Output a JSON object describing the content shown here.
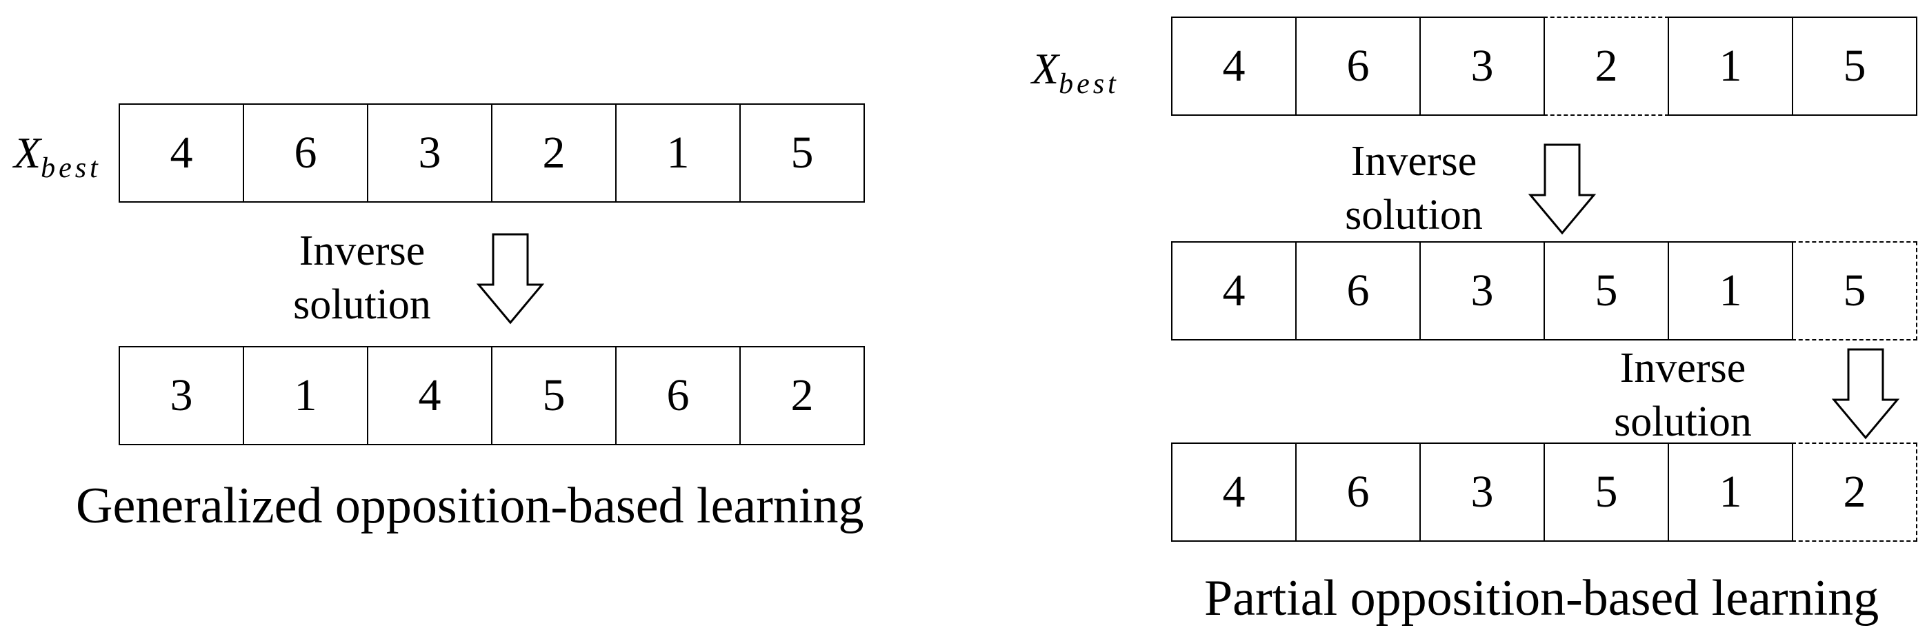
{
  "left": {
    "label_main": "X",
    "label_sub": "best",
    "best_row": [
      "4",
      "6",
      "3",
      "2",
      "1",
      "5"
    ],
    "step_line1": "Inverse",
    "step_line2": "solution",
    "result_row": [
      "3",
      "1",
      "4",
      "5",
      "6",
      "2"
    ],
    "caption": "Generalized opposition-based learning"
  },
  "right": {
    "label_main": "X",
    "label_sub": "best",
    "best_row": [
      "4",
      "6",
      "3",
      "2",
      "1",
      "5"
    ],
    "step1_line1": "Inverse",
    "step1_line2": "solution",
    "middle_row": [
      "4",
      "6",
      "3",
      "5",
      "1",
      "5"
    ],
    "step2_line1": "Inverse",
    "step2_line2": "solution",
    "result_row": [
      "4",
      "6",
      "3",
      "5",
      "1",
      "2"
    ],
    "caption": "Partial opposition-based learning"
  },
  "colors": {
    "stroke": "#000000",
    "background": "#ffffff"
  },
  "icons": {
    "down_arrow": "down-arrow-icon"
  }
}
